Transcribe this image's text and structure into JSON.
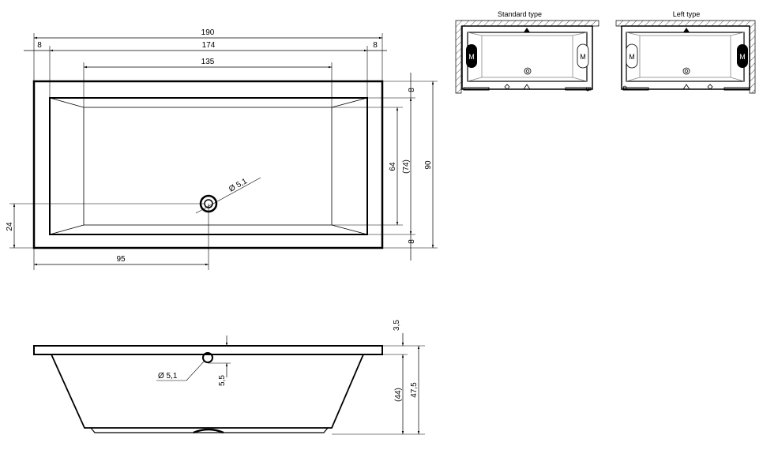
{
  "top_view": {
    "dim_overall_length": "190",
    "dim_inner_length": "174",
    "dim_rim_left": "8",
    "dim_rim_right": "8",
    "dim_bottom_length": "135",
    "dim_rim_top": "8",
    "dim_bottom_width": "64",
    "dim_inner_width": "(74)",
    "dim_overall_width": "90",
    "dim_rim_bottom": "8",
    "dim_drain_offset_y": "24",
    "dim_drain_offset_x": "95",
    "drain_diameter": "Ø 5,1"
  },
  "side_view": {
    "dim_rim_thickness": "3,5",
    "dim_inner_depth": "(44)",
    "dim_total_height": "47,5",
    "dim_overflow_depth": "5,5",
    "overflow_diameter": "Ø 5,1"
  },
  "variants": {
    "standard_title": "Standard type",
    "left_title": "Left type",
    "motor_label": "M"
  }
}
